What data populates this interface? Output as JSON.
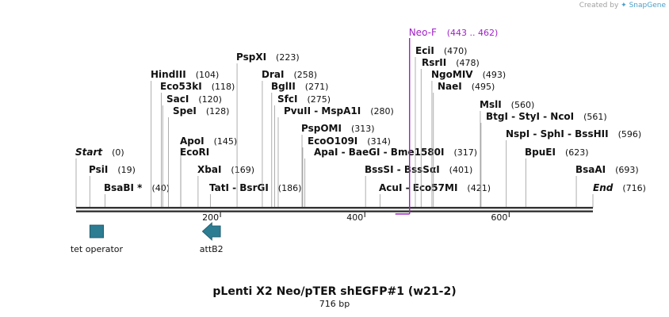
{
  "watermark": {
    "prefix": "Created by",
    "brand": "SnapGene"
  },
  "plasmid": {
    "name": "pLenti X2 Neo/pTER shEGFP#1 (w21-2)",
    "size_label": "716 bp",
    "length": 716
  },
  "colors": {
    "feature": "#2c7c92",
    "primer": "#a020c8",
    "backbone": "#333333"
  },
  "axis": {
    "ticks": [
      200,
      400,
      600
    ]
  },
  "sites": [
    {
      "label": "Start",
      "pos_label": "(0)",
      "pos": 0,
      "italic": true
    },
    {
      "label": "PsiI",
      "pos_label": "(19)",
      "pos": 19
    },
    {
      "label": "BsaBI *",
      "pos_label": "(40)",
      "pos": 40
    },
    {
      "label": "HindIII",
      "pos_label": "(104)",
      "pos": 104
    },
    {
      "label": "Eco53kI",
      "pos_label": "(118)",
      "pos": 118
    },
    {
      "label": "SacI",
      "pos_label": "(120)",
      "pos": 120
    },
    {
      "label": "SpeI",
      "pos_label": "(128)",
      "pos": 128
    },
    {
      "label": "ApoI",
      "pos_label": "(145)",
      "pos": 145
    },
    {
      "label": "EcoRI",
      "pos_label": "",
      "pos": 145
    },
    {
      "label": "XbaI",
      "pos_label": "(169)",
      "pos": 169
    },
    {
      "label": "TatI - BsrGI",
      "pos_label": "(186)",
      "pos": 186
    },
    {
      "label": "PspXI",
      "pos_label": "(223)",
      "pos": 223
    },
    {
      "label": "DraI",
      "pos_label": "(258)",
      "pos": 258
    },
    {
      "label": "BglII",
      "pos_label": "(271)",
      "pos": 271
    },
    {
      "label": "SfcI",
      "pos_label": "(275)",
      "pos": 275
    },
    {
      "label": "PvuII - MspA1I",
      "pos_label": "(280)",
      "pos": 280
    },
    {
      "label": "PspOMI",
      "pos_label": "(313)",
      "pos": 313
    },
    {
      "label": "EcoO109I",
      "pos_label": "(314)",
      "pos": 314
    },
    {
      "label": "ApaI - BaeGI - Bme1580I",
      "pos_label": "(317)",
      "pos": 317
    },
    {
      "label": "BssSI - BssSαI",
      "pos_label": "(401)",
      "pos": 401
    },
    {
      "label": "AcuI - Eco57MI",
      "pos_label": "(421)",
      "pos": 421
    },
    {
      "label": "EciI",
      "pos_label": "(470)",
      "pos": 470
    },
    {
      "label": "RsrII",
      "pos_label": "(478)",
      "pos": 478
    },
    {
      "label": "NgoMIV",
      "pos_label": "(493)",
      "pos": 493
    },
    {
      "label": "NaeI",
      "pos_label": "(495)",
      "pos": 495
    },
    {
      "label": "MslI",
      "pos_label": "(560)",
      "pos": 560
    },
    {
      "label": "BtgI - StyI - NcoI",
      "pos_label": "(561)",
      "pos": 561
    },
    {
      "label": "NspI - SphI - BssHII",
      "pos_label": "(596)",
      "pos": 596
    },
    {
      "label": "BpuEI",
      "pos_label": "(623)",
      "pos": 623
    },
    {
      "label": "BsaAI",
      "pos_label": "(693)",
      "pos": 693
    },
    {
      "label": "End",
      "pos_label": "(716)",
      "pos": 716,
      "italic": true
    }
  ],
  "primer": {
    "name": "Neo-F",
    "range_label": "(443 .. 462)",
    "start": 443,
    "end": 462
  },
  "features": [
    {
      "name": "tet operator",
      "start": 19,
      "end": 38,
      "shape": "box"
    },
    {
      "name": "attB2",
      "start": 175,
      "end": 200,
      "shape": "arrow-left"
    }
  ]
}
